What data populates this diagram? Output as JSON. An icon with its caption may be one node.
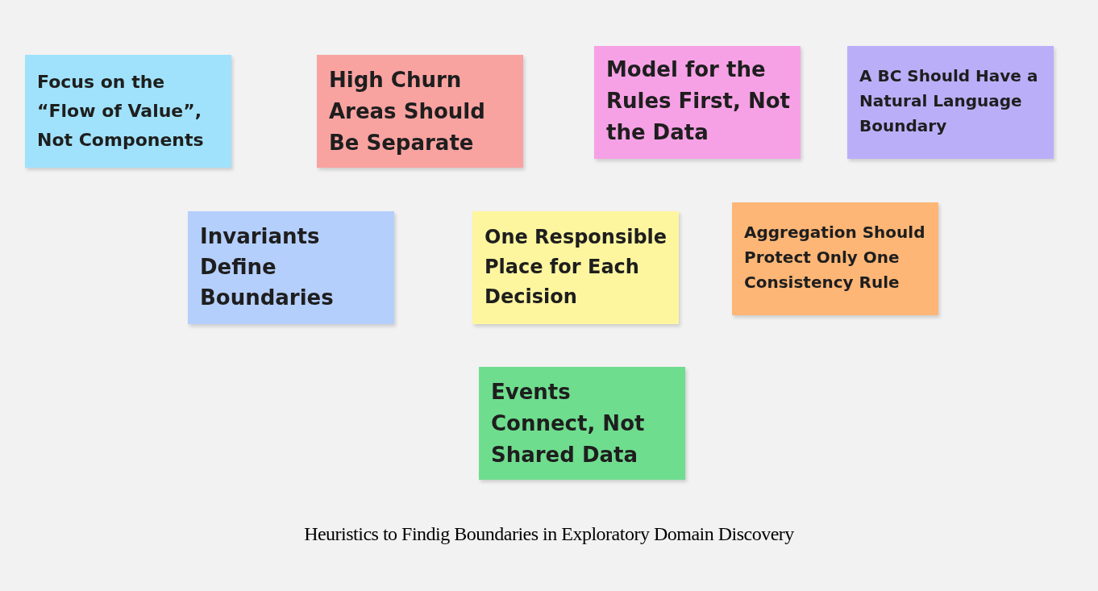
{
  "diagram": {
    "nodes": [
      {
        "text": [
          "Focus on the “Flow of Value”, Not Components"
        ]
      },
      {
        "text": [
          "High Churn Areas Should Be Separate"
        ]
      },
      {
        "text": [
          "Model for the Rules First, Not the Data"
        ]
      },
      {
        "text": [
          "A BC Should Have a Natural Language Boundary"
        ]
      },
      {
        "text": [
          "Invariants Define Boundaries"
        ]
      },
      {
        "text": [
          "One Responsible Place for Each Decision"
        ]
      },
      {
        "text": [
          "Aggregation Should Protect Only One Consistency Rule"
        ]
      },
      {
        "text": [
          "Events Connect, Not Shared Data"
        ]
      }
    ],
    "edges": [],
    "caption": "Heuristics to Findig Boundaries in Exploratory Domain Discovery"
  }
}
